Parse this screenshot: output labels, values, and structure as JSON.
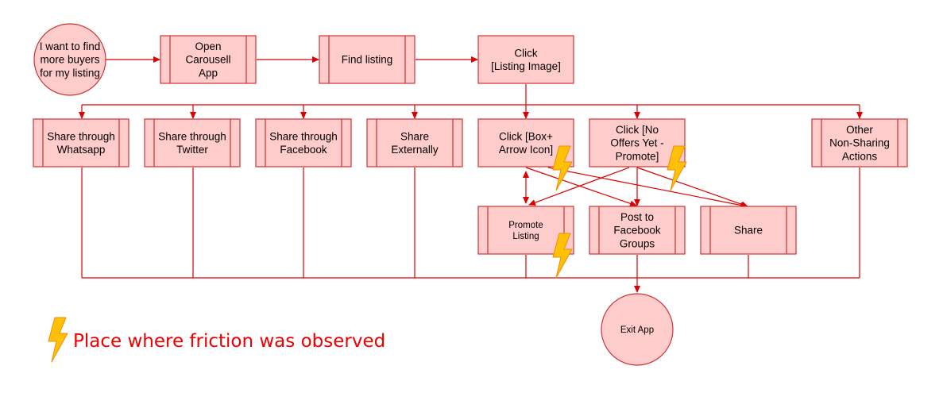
{
  "colors": {
    "node_fill": "#ffcccc",
    "node_stroke": "#cc3333",
    "edge": "#dd0000",
    "bolt_fill": "#ffc107",
    "bolt_stroke": "#f08c00",
    "legend_text": "#ee0000"
  },
  "nodes": {
    "start": {
      "label": "I want to find more buyers for my listing",
      "lines": [
        "I want to find",
        "more buyers",
        "for my listing"
      ]
    },
    "open_app": {
      "label": "Open Carousell App",
      "lines": [
        "Open",
        "Carousell",
        "App"
      ]
    },
    "find_listing": {
      "label": "Find listing",
      "lines": [
        "Find listing"
      ]
    },
    "click_image": {
      "label": "Click [Listing Image]",
      "lines": [
        "Click",
        "[Listing Image]"
      ]
    },
    "share_whatsapp": {
      "label": "Share through Whatsapp",
      "lines": [
        "Share through",
        "Whatsapp"
      ]
    },
    "share_twitter": {
      "label": "Share through Twitter",
      "lines": [
        "Share through",
        "Twitter"
      ]
    },
    "share_facebook": {
      "label": "Share through Facebook",
      "lines": [
        "Share through",
        "Facebook"
      ]
    },
    "share_external": {
      "label": "Share Externally",
      "lines": [
        "Share",
        "Externally"
      ]
    },
    "click_box_arrow": {
      "label": "Click [Box+ Arrow Icon]",
      "lines": [
        "Click [Box+",
        "Arrow Icon]"
      ]
    },
    "click_no_offers": {
      "label": "Click [No Offers Yet - Promote]",
      "lines": [
        "Click [No",
        "Offers Yet -",
        "Promote]"
      ]
    },
    "other_actions": {
      "label": "Other Non-Sharing Actions",
      "lines": [
        "Other",
        "Non-Sharing",
        "Actions"
      ]
    },
    "promote_listing": {
      "label": "Promote Listing",
      "lines": [
        "Promote",
        "Listing"
      ]
    },
    "post_fb_groups": {
      "label": "Post to Facebook Groups",
      "lines": [
        "Post to",
        "Facebook",
        "Groups"
      ]
    },
    "share": {
      "label": "Share",
      "lines": [
        "Share"
      ]
    },
    "exit_app": {
      "label": "Exit App",
      "lines": [
        "Exit App"
      ]
    }
  },
  "friction_markers": [
    "click_box_arrow",
    "click_no_offers",
    "promote_listing"
  ],
  "legend": {
    "icon": "lightning-bolt-icon",
    "text": "Place where friction was observed"
  }
}
